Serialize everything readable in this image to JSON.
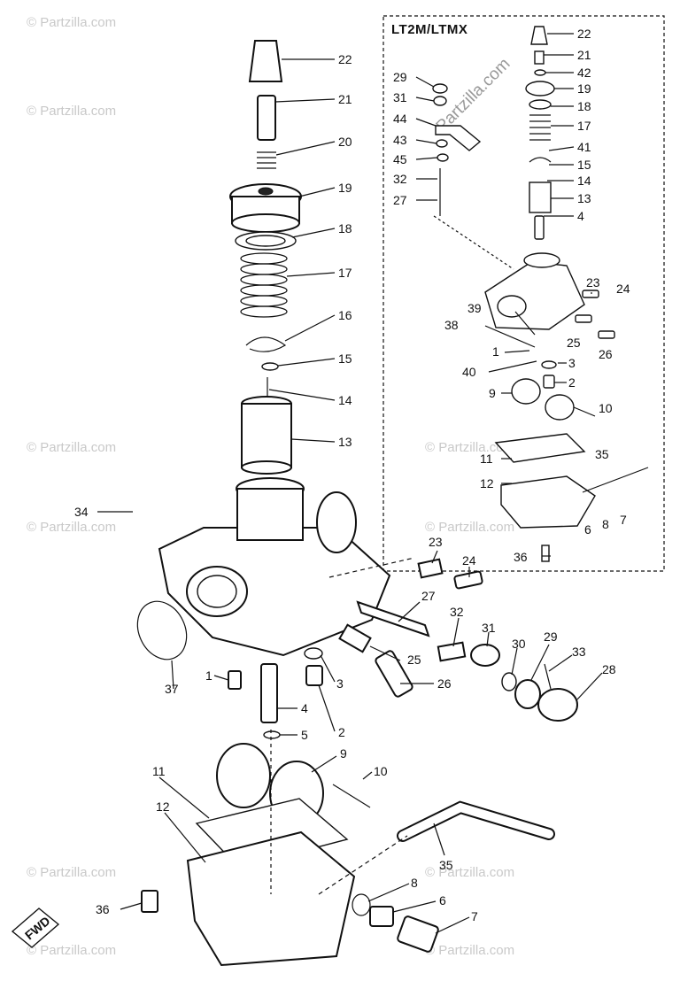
{
  "inset": {
    "title": "LT2M/LTMX"
  },
  "watermark": {
    "text": "© Partzilla.com",
    "diagonal_text": "Partzilla.com"
  },
  "direction_tag": {
    "text": "FWD"
  },
  "main_labels": [
    "22",
    "21",
    "20",
    "19",
    "18",
    "17",
    "16",
    "15",
    "14",
    "13",
    "34",
    "23",
    "24",
    "27",
    "32",
    "31",
    "30",
    "29",
    "33",
    "28",
    "25",
    "26",
    "37",
    "1",
    "3",
    "4",
    "2",
    "5",
    "9",
    "10",
    "11",
    "12",
    "35",
    "8",
    "6",
    "7",
    "36"
  ],
  "inset_labels": [
    "22",
    "21",
    "42",
    "19",
    "18",
    "17",
    "41",
    "15",
    "14",
    "13",
    "4",
    "29",
    "31",
    "44",
    "43",
    "45",
    "32",
    "27",
    "23",
    "24",
    "39",
    "38",
    "25",
    "26",
    "1",
    "3",
    "40",
    "2",
    "9",
    "10",
    "11",
    "35",
    "12",
    "6",
    "8",
    "7",
    "36"
  ]
}
